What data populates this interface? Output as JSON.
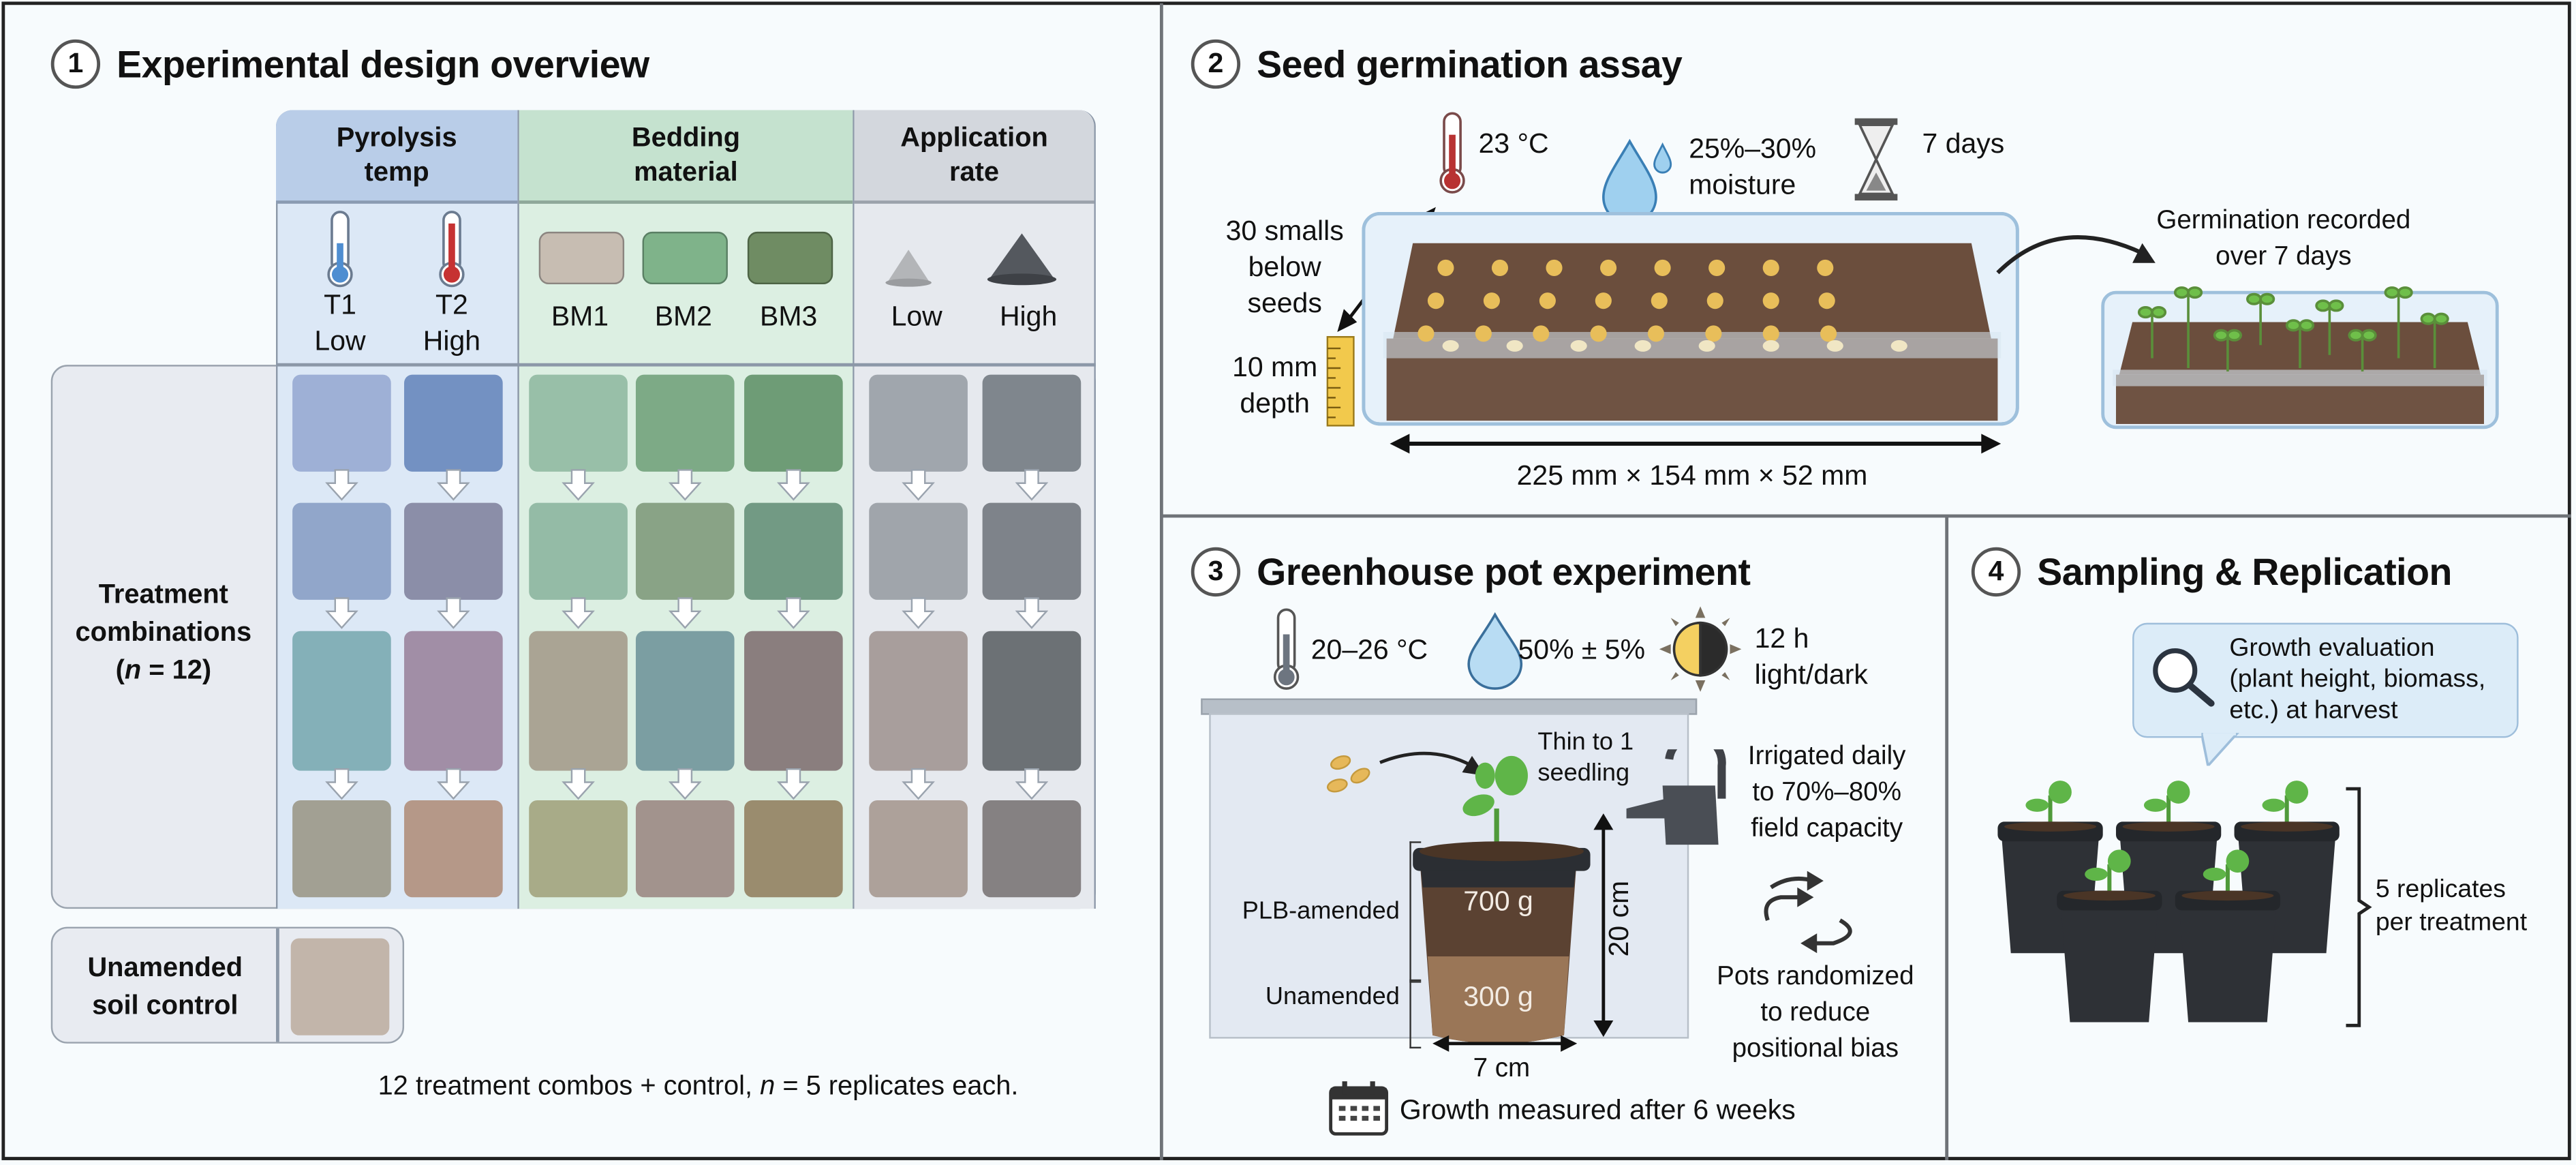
{
  "panel1": {
    "number": "1",
    "title": "Experimental design overview",
    "groups": [
      {
        "label_line1": "Pyrolysis",
        "label_line2": "temp",
        "color": "#b9cde8",
        "levels": [
          {
            "l1": "T1",
            "l2": "Low",
            "icon": "thermometer-cold-icon"
          },
          {
            "l1": "T2",
            "l2": "High",
            "icon": "thermometer-hot-icon"
          }
        ]
      },
      {
        "label_line1": "Bedding",
        "label_line2": "material",
        "color": "#c5e2cf",
        "levels": [
          {
            "l1": "BM1",
            "icon": "bedding-block-icon"
          },
          {
            "l1": "BM2",
            "icon": "bedding-block-icon"
          },
          {
            "l1": "BM3",
            "icon": "bedding-block-icon"
          }
        ]
      },
      {
        "label_line1": "Application",
        "label_line2": "rate",
        "color": "#d3d7dd",
        "levels": [
          {
            "l1": "Low",
            "icon": "powder-pile-small-icon"
          },
          {
            "l1": "High",
            "icon": "powder-pile-large-icon"
          }
        ]
      }
    ],
    "treatment_label_line1": "Treatment",
    "treatment_label_line2": "combinations",
    "treatment_label_n": "n",
    "treatment_label_rest": " = 12)",
    "control_label_line1": "Unamended",
    "control_label_line2": "soil control",
    "control_color": "#c2b5aa",
    "swatch_colors": [
      [
        "#9eb0d6",
        "#91a6ca",
        "#84b0b8",
        "#a2a093"
      ],
      [
        "#7391c2",
        "#8b8ea8",
        "#a18ea6",
        "#b59888"
      ],
      [
        "#98bfa8",
        "#94bba6",
        "#aaa494",
        "#a8ab88"
      ],
      [
        "#7daa86",
        "#89a386",
        "#7b9ea2",
        "#a2938d"
      ],
      [
        "#6e9c76",
        "#729a84",
        "#8a7e7e",
        "#9a8c6e"
      ],
      [
        "#a0a6ad",
        "#a0a5ab",
        "#a89e9c",
        "#ada19a"
      ],
      [
        "#7f868d",
        "#7e838a",
        "#6c7175",
        "#858182"
      ]
    ],
    "footnote_pre": "12 treatment combos + control, ",
    "footnote_n": "n",
    "footnote_post": " = 5 replicates each."
  },
  "panel2": {
    "number": "2",
    "title": "Seed germination assay",
    "temperature": "23 °C",
    "moisture_line1": "25%–30%",
    "moisture_line2": "moisture",
    "duration": "7 days",
    "seeds_line1": "30 smalls",
    "seeds_line2": "below seeds",
    "depth_line1": "10 mm",
    "depth_line2": "depth",
    "dimensions": "225 mm × 154 mm × 52 mm",
    "recorded_line1": "Germination recorded",
    "recorded_line2": "over 7 days"
  },
  "panel3": {
    "number": "3",
    "title": "Greenhouse pot experiment",
    "temperature": "20–26 °C",
    "humidity": "50% ± 5%",
    "photoperiod_line1": "12 h",
    "photoperiod_line2": "light/dark",
    "thin_line1": "Thin to 1",
    "thin_line2": "seedling",
    "irrigation_line1": "Irrigated daily",
    "irrigation_line2": "to 70%–80%",
    "irrigation_line3": "field capacity",
    "amended_label": "PLB-amended",
    "amended_mass": "700 g",
    "unamended_label": "Unamended",
    "unamended_mass": "300 g",
    "pot_height": "20 cm",
    "pot_width": "7 cm",
    "random_line1": "Pots randomized",
    "random_line2": "to reduce",
    "random_line3": "positional bias",
    "growth_measured": "Growth measured after 6 weeks"
  },
  "panel4": {
    "number": "4",
    "title": "Sampling & Replication",
    "eval_line1": "Growth evaluation",
    "eval_line2": "(plant height, biomass,",
    "eval_line3": "etc.) at harvest",
    "replicates_line1": "5 replicates",
    "replicates_line2": "per treatment"
  }
}
